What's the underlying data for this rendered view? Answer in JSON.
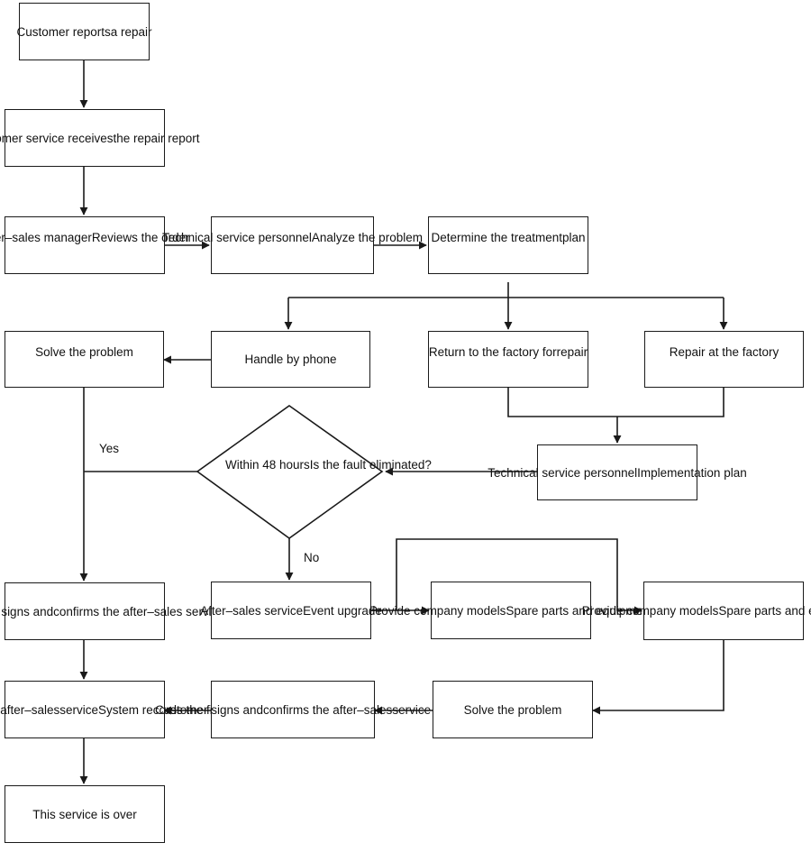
{
  "nodes": {
    "customer_reports": [
      "Customer reports",
      "a repair"
    ],
    "cs_receives": [
      "Customer service receives",
      "the repair report"
    ],
    "asm_reviews": [
      "After–sales manager",
      "Reviews the order"
    ],
    "tech_analyze": [
      "Technical service personnel",
      "Analyze the problem"
    ],
    "determine_plan": [
      "Determine the treatment",
      "plan"
    ],
    "solve_problem_1": [
      "Solve the problem"
    ],
    "handle_phone": [
      "Handle by phone"
    ],
    "return_factory": [
      "Return to the factory for",
      "repair"
    ],
    "repair_factory": [
      "Repair at the factory"
    ],
    "decision": [
      "Within 48 hours",
      "Is the fault eliminated?"
    ],
    "tech_implement": [
      "Technical service personnel",
      "Implementation plan"
    ],
    "customer_signs_1": [
      "Customer signs and",
      "confirms the after",
      "–sales service"
    ],
    "event_upgrade": [
      "After–sales service",
      "Event upgrade"
    ],
    "provide_models_1": [
      "Provide company models",
      "Spare parts and equipment"
    ],
    "provide_models_2": [
      "Provide company models",
      "Spare parts and equipment"
    ],
    "enter_records": [
      "Enter the after–sales",
      "service",
      "System records the file"
    ],
    "customer_signs_2": [
      "Customer signs and",
      "confirms the after–sales",
      "service"
    ],
    "solve_problem_2": [
      "Solve the problem"
    ],
    "service_over": [
      "This service is over"
    ]
  },
  "edge_labels": {
    "yes": "Yes",
    "no": "No"
  },
  "colors": {
    "line": "#1a1a1a",
    "box_border": "#1a1a1a",
    "text": "#111111",
    "background": "#ffffff"
  }
}
